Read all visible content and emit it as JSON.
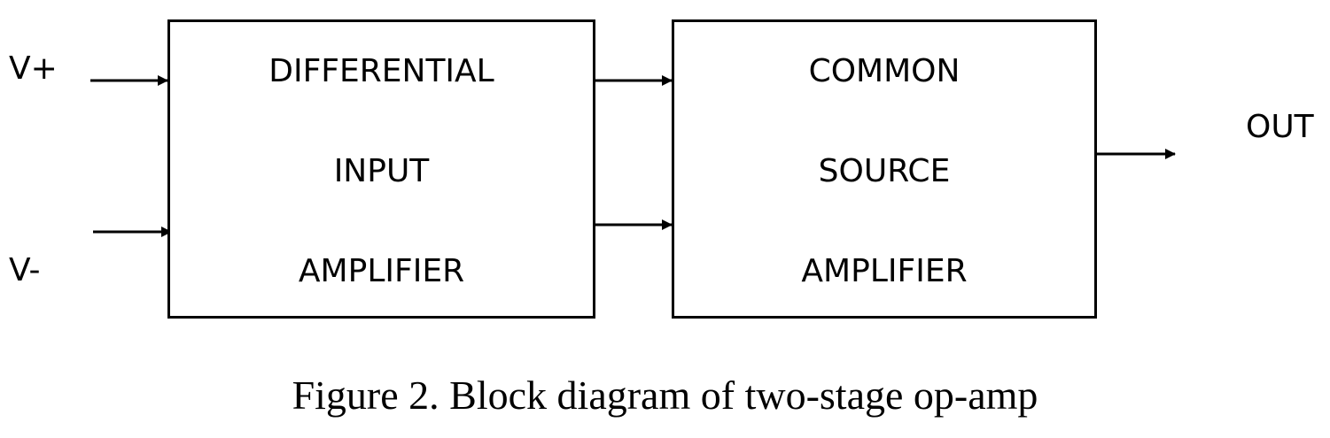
{
  "diagram": {
    "inputs": {
      "v_plus": "V+",
      "v_minus": "V-"
    },
    "output": "OUT",
    "blocks": [
      {
        "lines": [
          "DIFFERENTIAL",
          "INPUT",
          "AMPLIFIER"
        ]
      },
      {
        "lines": [
          "COMMON",
          "SOURCE",
          "AMPLIFIER"
        ]
      }
    ],
    "caption": "Figure 2. Block diagram of two-stage op-amp"
  }
}
